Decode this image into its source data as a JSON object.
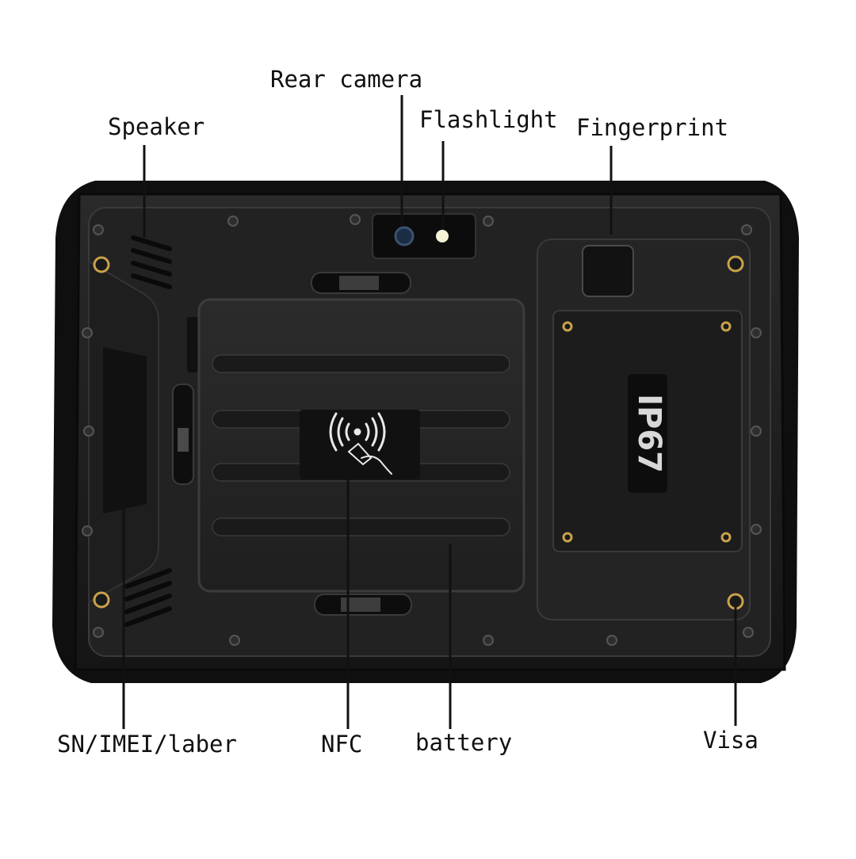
{
  "labels": {
    "rear_camera": "Rear camera",
    "speaker": "Speaker",
    "flashlight": "Flashlight",
    "fingerprint": "Fingerprint",
    "sn_imei_label": "SN/IMEI/laber",
    "nfc": "NFC",
    "battery": "battery",
    "visa": "Visa"
  },
  "badge": {
    "rating": "IP67"
  },
  "colors": {
    "body": "#1a1a1a",
    "panel": "#262626",
    "accent_screw": "#c9a24a",
    "flash": "#f5f2d8"
  }
}
